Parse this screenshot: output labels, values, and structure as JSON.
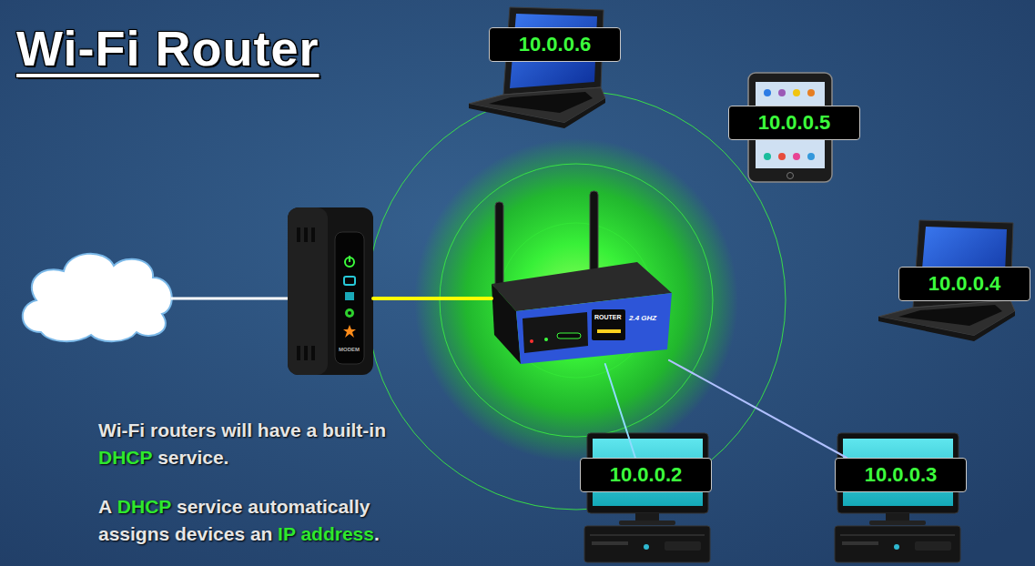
{
  "diagram": {
    "title": "Wi-Fi Router",
    "nodes": [
      {
        "text": [
          "10.0.0.6"
        ]
      },
      {
        "text": [
          "10.0.0.5"
        ]
      },
      {
        "text": [
          "MODEM"
        ]
      },
      {
        "text": [
          "ROUTER",
          "2.4 GHZ"
        ]
      },
      {
        "text": [
          "10.0.0.4"
        ]
      },
      {
        "text": [
          "10.0.0.2"
        ]
      },
      {
        "text": [
          "10.0.0.3"
        ]
      }
    ],
    "edges": [
      {
        "from": 2,
        "to": 3,
        "arrow": "none"
      },
      {
        "from": 3,
        "to": 5,
        "arrow": "none"
      },
      {
        "from": 3,
        "to": 6,
        "arrow": "none"
      }
    ],
    "labels": [
      "Wi-Fi routers will have a built-in",
      "DHCP",
      "service.",
      "A",
      "DHCP",
      "service automatically assigns devices an",
      "IP address",
      "."
    ]
  }
}
